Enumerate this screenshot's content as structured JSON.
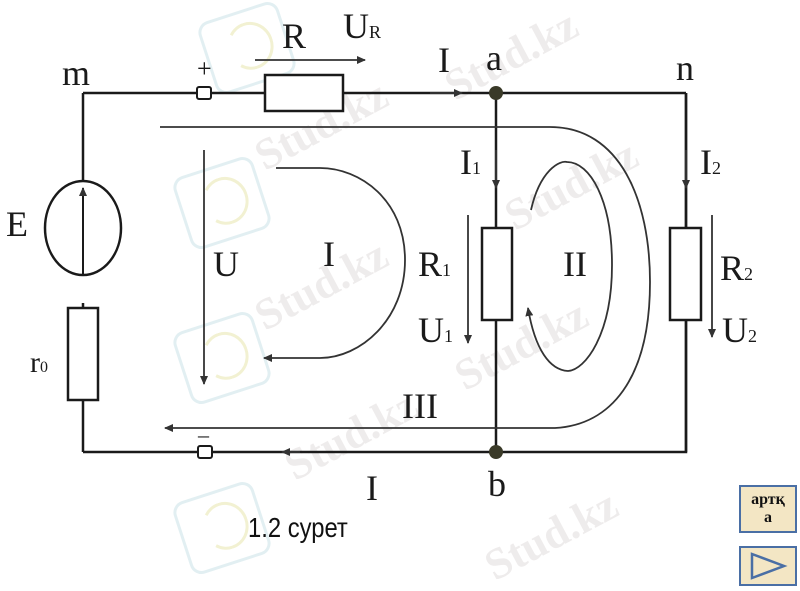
{
  "diagram": {
    "type": "electric-circuit",
    "nodes": {
      "m": "m",
      "n": "n",
      "a": "a",
      "b": "b"
    },
    "components": {
      "source_emf": "E",
      "internal_resistance": "r",
      "internal_resistance_sub": "0",
      "resistor_R": "R",
      "resistor_R1": "R",
      "resistor_R1_sub": "1",
      "resistor_R2": "R",
      "resistor_R2_sub": "2"
    },
    "voltages": {
      "U_R": "U",
      "U_R_sub": "R",
      "U": "U",
      "U1": "U",
      "U1_sub": "1",
      "U2": "U",
      "U2_sub": "2"
    },
    "currents": {
      "I_top": "I",
      "I_bottom": "I",
      "I1": "I",
      "I1_sub": "1",
      "I2": "I",
      "I2_sub": "2"
    },
    "terminals": {
      "plus": "+",
      "minus": "–"
    },
    "loops": {
      "loop1": "I",
      "loop2": "II",
      "loop3": "III"
    },
    "caption": "1.2 сурет",
    "watermark": "Stud.kz",
    "colors": {
      "wire": "#1a1a1a",
      "arrow": "#333333",
      "node": "#3a3a28",
      "button_bg": "#f3e6c4",
      "button_border": "#4a6fa5"
    }
  },
  "navigation": {
    "back_label_line1": "артқ",
    "back_label_line2": "а",
    "next_icon": "play-triangle-icon"
  }
}
